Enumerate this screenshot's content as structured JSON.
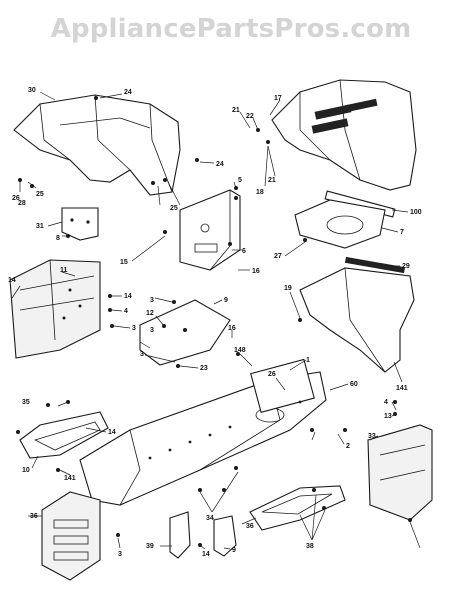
{
  "watermark": "AppliancePartsPros.com",
  "callouts": [
    {
      "id": "c30",
      "text": "30"
    },
    {
      "id": "c24a",
      "text": "24"
    },
    {
      "id": "c17",
      "text": "17"
    },
    {
      "id": "c21a",
      "text": "21"
    },
    {
      "id": "c22",
      "text": "22"
    },
    {
      "id": "c25a",
      "text": "25"
    },
    {
      "id": "c26a",
      "text": "26"
    },
    {
      "id": "c24b",
      "text": "24"
    },
    {
      "id": "c21b",
      "text": "21"
    },
    {
      "id": "c18",
      "text": "18"
    },
    {
      "id": "c5",
      "text": "5"
    },
    {
      "id": "c28",
      "text": "28"
    },
    {
      "id": "c25b",
      "text": "25"
    },
    {
      "id": "c100",
      "text": "100"
    },
    {
      "id": "c7",
      "text": "7"
    },
    {
      "id": "c31",
      "text": "31"
    },
    {
      "id": "c8a",
      "text": "8"
    },
    {
      "id": "c6",
      "text": "6"
    },
    {
      "id": "c15",
      "text": "15"
    },
    {
      "id": "c27",
      "text": "27"
    },
    {
      "id": "c16a",
      "text": "16"
    },
    {
      "id": "c14a",
      "text": "14"
    },
    {
      "id": "c11",
      "text": "11"
    },
    {
      "id": "c29",
      "text": "29"
    },
    {
      "id": "c19",
      "text": "19"
    },
    {
      "id": "c14b",
      "text": "14"
    },
    {
      "id": "c4a",
      "text": "4"
    },
    {
      "id": "c3a",
      "text": "3"
    },
    {
      "id": "c9a",
      "text": "9"
    },
    {
      "id": "c12",
      "text": "12"
    },
    {
      "id": "c3b",
      "text": "3"
    },
    {
      "id": "c3c",
      "text": "3"
    },
    {
      "id": "c3d",
      "text": "3"
    },
    {
      "id": "c16b",
      "text": "16"
    },
    {
      "id": "c23",
      "text": "23"
    },
    {
      "id": "c141a",
      "text": "141"
    },
    {
      "id": "c148",
      "text": "148"
    },
    {
      "id": "c1",
      "text": "1"
    },
    {
      "id": "c60",
      "text": "60"
    },
    {
      "id": "c26b",
      "text": "26"
    },
    {
      "id": "c35",
      "text": "35"
    },
    {
      "id": "c14c",
      "text": "14"
    },
    {
      "id": "c4b",
      "text": "4"
    },
    {
      "id": "c13",
      "text": "13"
    },
    {
      "id": "c33",
      "text": "33"
    },
    {
      "id": "c10",
      "text": "10"
    },
    {
      "id": "c141b",
      "text": "141"
    },
    {
      "id": "c2",
      "text": "2"
    },
    {
      "id": "c36a",
      "text": "36"
    },
    {
      "id": "c34",
      "text": "34"
    },
    {
      "id": "c36b",
      "text": "36"
    },
    {
      "id": "c38",
      "text": "38"
    },
    {
      "id": "c39",
      "text": "39"
    },
    {
      "id": "c9b",
      "text": "9"
    },
    {
      "id": "c3e",
      "text": "3"
    },
    {
      "id": "c14d",
      "text": "14"
    }
  ]
}
